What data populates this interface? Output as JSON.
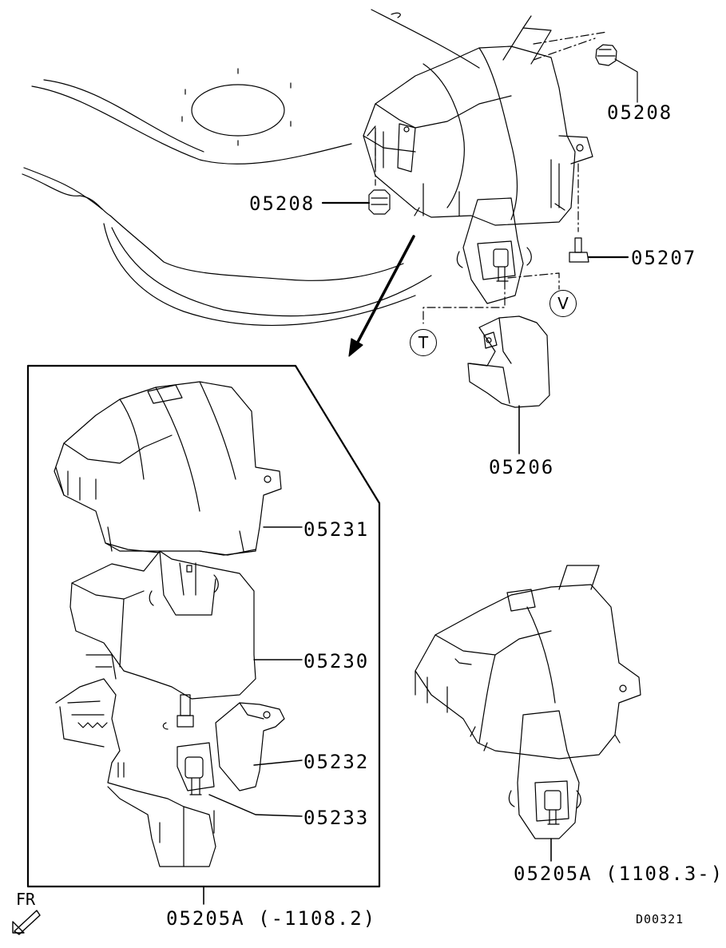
{
  "labels": {
    "p05208_top": "05208",
    "p05208_left": "05208",
    "p05207": "05207",
    "p05206": "05206",
    "p05231": "05231",
    "p05230": "05230",
    "p05232": "05232",
    "p05233": "05233",
    "p05205A_right": "05205A (1108.3-)",
    "p05205A_bottom": "05205A (-1108.2)"
  },
  "callouts": {
    "t": "T",
    "v": "V"
  },
  "orientation": "FR",
  "drawing_code": "D00321",
  "colors": {
    "line": "#000000",
    "background": "#ffffff"
  }
}
